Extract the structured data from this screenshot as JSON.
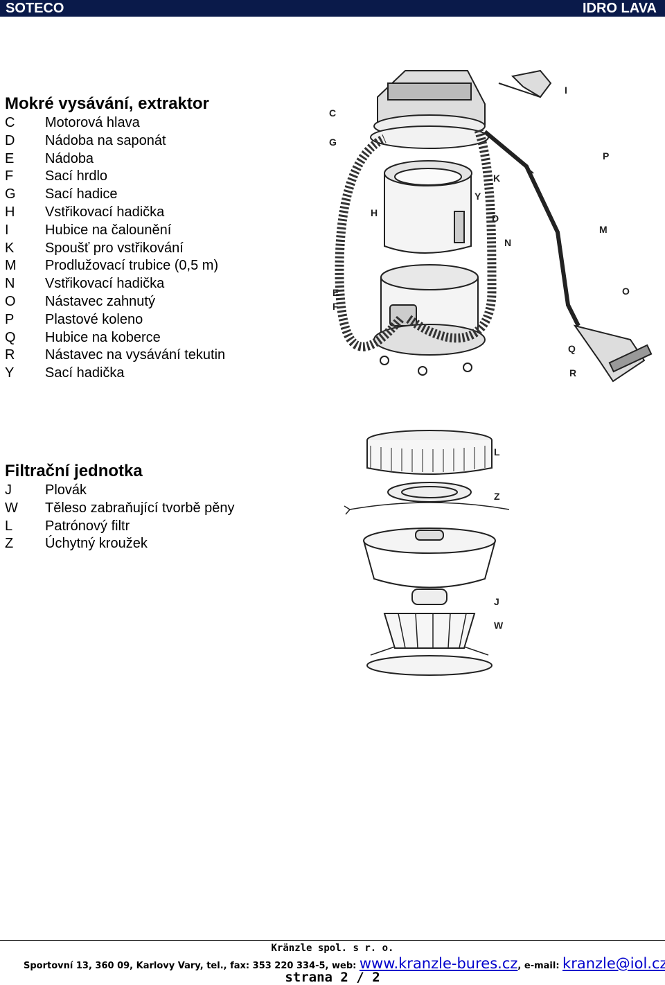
{
  "header": {
    "left": "SOTECO",
    "right": "IDRO LAVA"
  },
  "wet_section": {
    "title": "Mokré vysávání, extraktor",
    "items": [
      {
        "letter": "C",
        "text": "Motorová hlava"
      },
      {
        "letter": "D",
        "text": "Nádoba na saponát"
      },
      {
        "letter": "E",
        "text": "Nádoba"
      },
      {
        "letter": "F",
        "text": "Sací hrdlo"
      },
      {
        "letter": "G",
        "text": "Sací hadice"
      },
      {
        "letter": "H",
        "text": "Vstřikovací hadička"
      },
      {
        "letter": "I",
        "text": "Hubice na čalounění"
      },
      {
        "letter": "K",
        "text": "Spoušť pro vstřikování"
      },
      {
        "letter": "M",
        "text": "Prodlužovací trubice (0,5 m)"
      },
      {
        "letter": "N",
        "text": "Vstřikovací hadička"
      },
      {
        "letter": "O",
        "text": "Nástavec zahnutý"
      },
      {
        "letter": "P",
        "text": "Plastové koleno"
      },
      {
        "letter": "Q",
        "text": "Hubice na koberce"
      },
      {
        "letter": "R",
        "text": "Nástavec na vysávání tekutin"
      },
      {
        "letter": "Y",
        "text": "Sací hadička"
      }
    ],
    "figure_labels": [
      "C",
      "G",
      "H",
      "E",
      "F",
      "I",
      "P",
      "K",
      "Y",
      "D",
      "M",
      "N",
      "O",
      "Q",
      "R"
    ]
  },
  "filter_section": {
    "title": "Filtrační jednotka",
    "items": [
      {
        "letter": "J",
        "text": "Plovák"
      },
      {
        "letter": "W",
        "text": "Těleso zabraňující tvorbě pěny"
      },
      {
        "letter": "L",
        "text": "Patrónový filtr"
      },
      {
        "letter": "Z",
        "text": "Úchytný kroužek"
      }
    ],
    "figure_labels": [
      "L",
      "Z",
      "J",
      "W"
    ]
  },
  "footer": {
    "company": "Kränzle spol. s r. o.",
    "address": "Sportovní 13, 360 09, Karlovy Vary, tel., fax: 353 220 334-5, web: ",
    "web": "www.kranzle-bures.cz",
    "email_label": ", e-mail: ",
    "email": "kranzle@iol.cz",
    "page": "strana 2 / 2"
  }
}
